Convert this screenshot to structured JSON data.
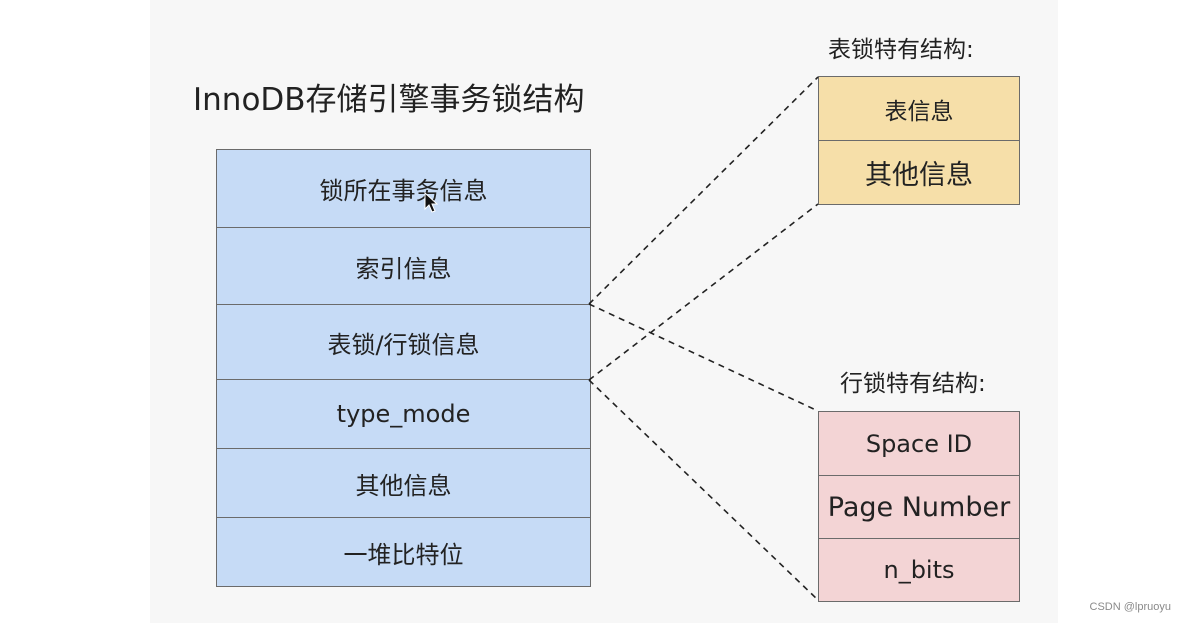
{
  "title": "InnoDB存储引擎事务锁结构",
  "main_structure": {
    "rows": [
      "锁所在事务信息",
      "索引信息",
      "表锁/行锁信息",
      "type_mode",
      "其他信息",
      "一堆比特位"
    ]
  },
  "table_lock": {
    "heading": "表锁特有结构:",
    "rows": [
      "表信息",
      "其他信息"
    ]
  },
  "row_lock": {
    "heading": "行锁特有结构:",
    "rows": [
      "Space ID",
      "Page Number",
      "n_bits"
    ]
  },
  "watermark": "CSDN @lpruoyu",
  "colors": {
    "main_fill": "#c6dbf6",
    "table_lock_fill": "#f6dfa9",
    "row_lock_fill": "#f3d4d5",
    "border": "#6b6b6b"
  },
  "icons": {
    "cursor": "mouse-pointer-icon"
  }
}
